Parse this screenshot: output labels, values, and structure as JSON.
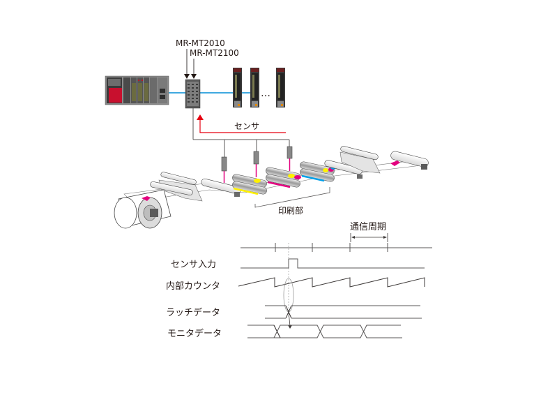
{
  "labels": {
    "module_1": "MR-MT2010",
    "module_2": "MR-MT2100",
    "ellipsis": "…",
    "sensor": "センサ",
    "printing_section": "印刷部",
    "comm_cycle": "通信周期"
  },
  "timing": {
    "rows": [
      {
        "label": "センサ入力"
      },
      {
        "label": "内部カウンタ"
      },
      {
        "label": "ラッチデータ"
      },
      {
        "label": "モニタデータ"
      }
    ]
  },
  "colors": {
    "network": "#3fa9e0",
    "sensor_line": "#e60012",
    "magenta": "#e4007f",
    "yellow": "#fff100",
    "cyan": "#00a0e9",
    "line": "#595757"
  }
}
